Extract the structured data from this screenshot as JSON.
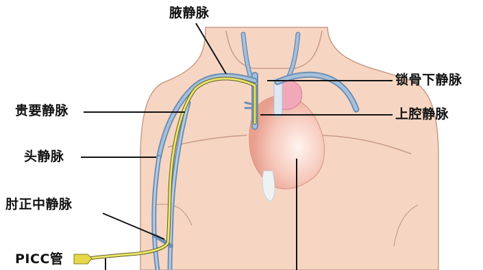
{
  "labels": {
    "axillary_vein": "腋静脉",
    "subclavian_vein": "锁骨下静脉",
    "basilic_vein": "贵要静脉",
    "superior_vena_cava": "上腔静脉",
    "cephalic_vein": "头静脉",
    "median_cubital_vein": "肘正中静脉",
    "picc_tube": "PICC管"
  },
  "colors": {
    "skin": "#f6d6c3",
    "skin_outline": "#c79a86",
    "vein": "#8aa8c9",
    "vein_dark": "#6d8fb5",
    "catheter": "#e8e36a",
    "heart": "#f2b8a8",
    "leader_line": "#111111"
  }
}
